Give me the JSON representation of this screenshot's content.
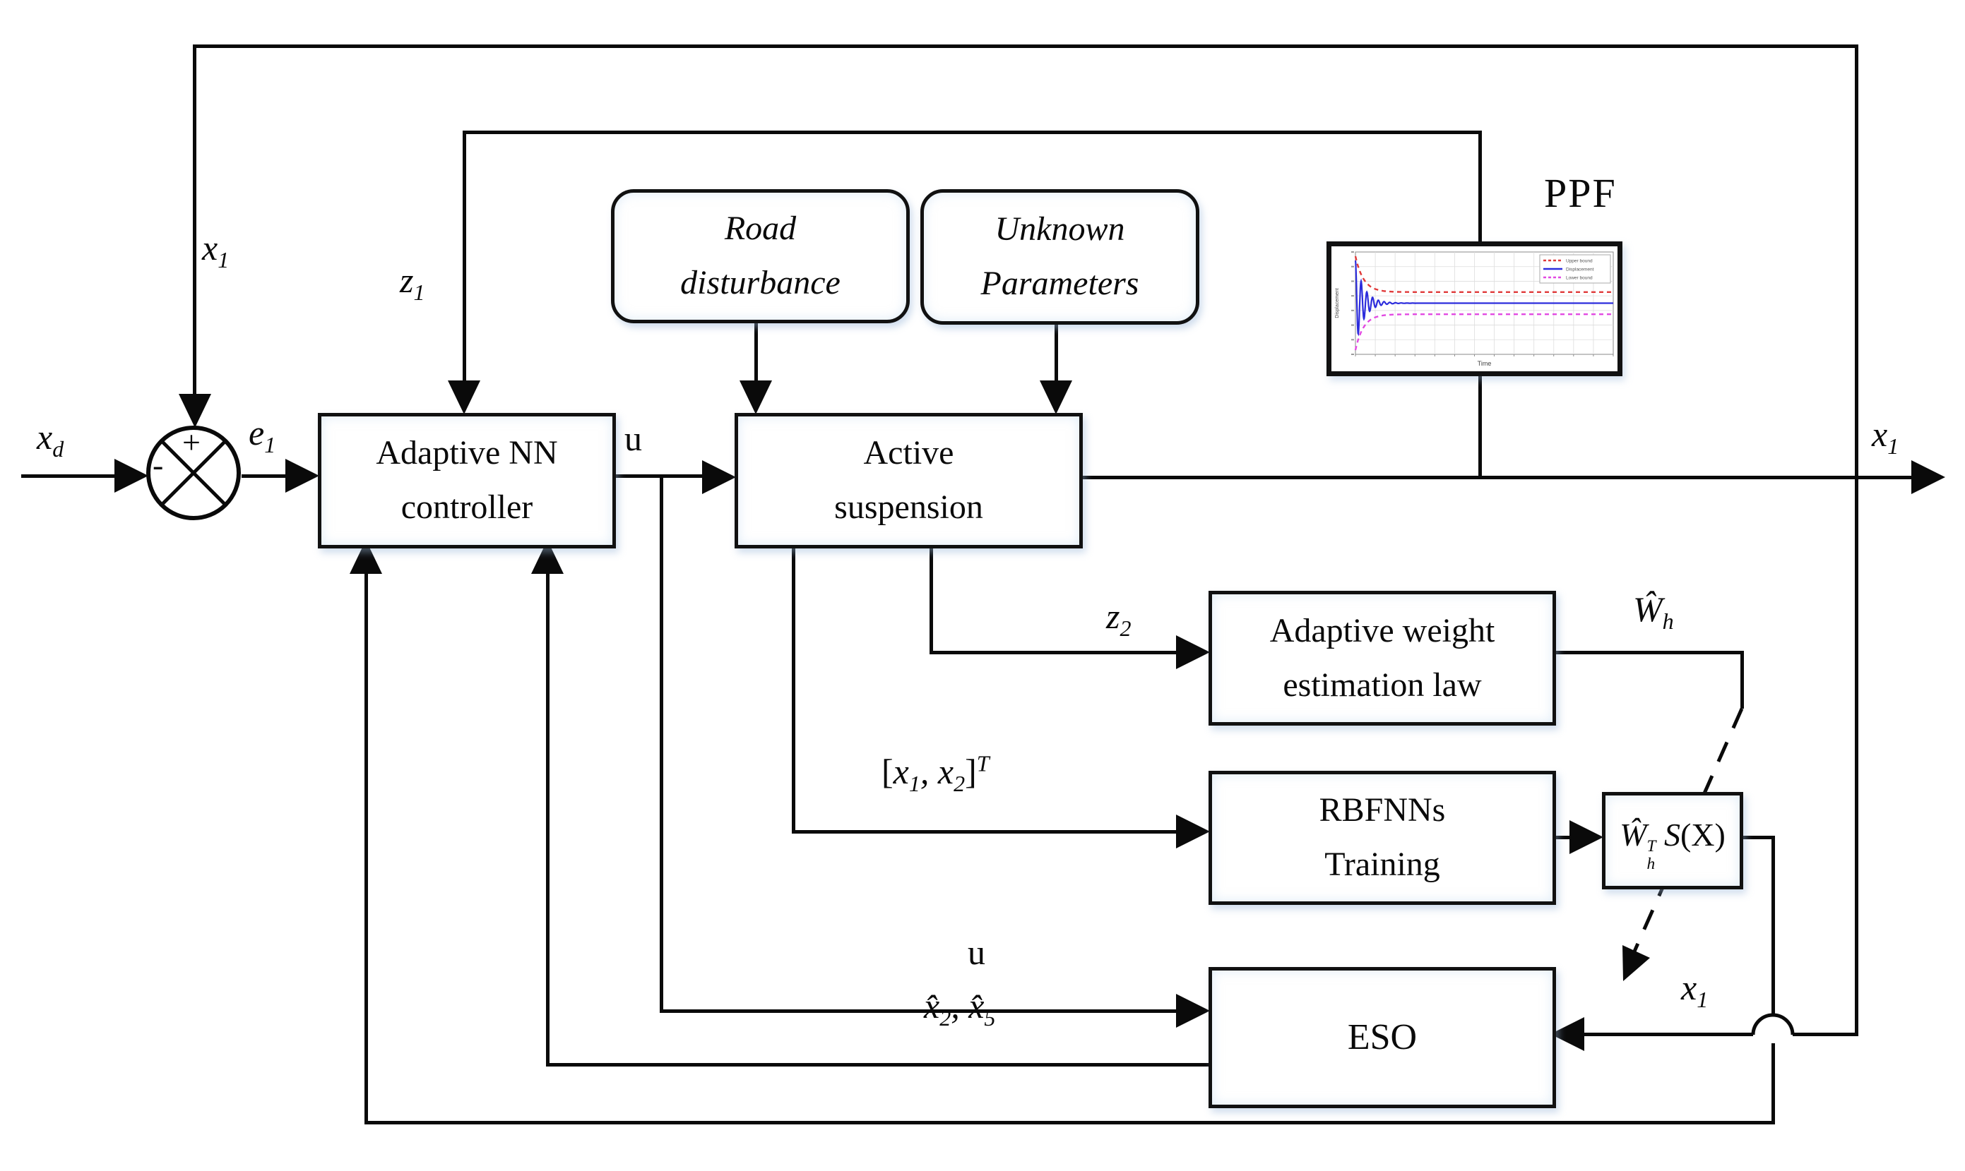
{
  "blocks": {
    "controller": {
      "line1": "Adaptive NN",
      "line2": "controller"
    },
    "suspension": {
      "line1": "Active",
      "line2": "suspension"
    },
    "road": {
      "line1": "Road",
      "line2": "disturbance"
    },
    "unknown": {
      "line1": "Unknown",
      "line2": "Parameters"
    },
    "law": {
      "line1": "Adaptive weight",
      "line2": "estimation law"
    },
    "rbf": {
      "line1": "RBFNNs",
      "line2": "Training"
    },
    "eso": {
      "label": "ESO"
    },
    "nn_output": {
      "base": "Ŵ",
      "sup": "T",
      "sub": "h",
      "func": "S",
      "arg": "(X)"
    }
  },
  "sum_junction": {
    "plus": "+",
    "minus": "-"
  },
  "labels": {
    "xd": {
      "base": "x",
      "sub": "d"
    },
    "x1_feedback": {
      "base": "x",
      "sub": "1"
    },
    "e1": {
      "base": "e",
      "sub": "1"
    },
    "z1": {
      "base": "z",
      "sub": "1"
    },
    "u_controller": "u",
    "z2": {
      "base": "z",
      "sub": "2"
    },
    "x12": {
      "open": "[",
      "b1": "x",
      "s1": "1",
      "comma": ", ",
      "b2": "x",
      "s2": "2",
      "close": "]",
      "sup": "T"
    },
    "u_eso": "u",
    "xhat": {
      "b1": "x̂",
      "s1": "2",
      "comma": ", ",
      "b2": "x̂",
      "s2": "5"
    },
    "wh": {
      "base": "Ŵ",
      "sub": "h"
    },
    "x1_out": {
      "base": "x",
      "sub": "1"
    },
    "x1_eso": {
      "base": "x",
      "sub": "1"
    },
    "ppf": "PPF"
  },
  "ppf_chart": {
    "type": "line",
    "title": "PPF",
    "xlabel": "Time",
    "ylabel": "Displacement",
    "x_range": [
      0,
      10
    ],
    "y_range": [
      -0.06,
      0.06
    ],
    "grid": true,
    "legend_position": "top-right",
    "series": [
      {
        "name": "Upper bound",
        "style": "dashed",
        "color": "#e03a3a",
        "start": 0.055,
        "steady": 0.013,
        "decay": 3.2
      },
      {
        "name": "Displacement",
        "style": "solid",
        "color": "#2c2cdc",
        "amplitude": 0.05,
        "decay": 3.0,
        "frequency": 4.5,
        "steady": 0.0
      },
      {
        "name": "Lower bound",
        "style": "dashed",
        "color": "#e24ae2",
        "start": -0.055,
        "steady": -0.013,
        "decay": 3.2
      }
    ]
  },
  "colors": {
    "line": "#0a0a0a",
    "chart_blue": "#2c2cdc",
    "chart_red": "#e03a3a",
    "chart_magenta": "#e24ae2"
  }
}
